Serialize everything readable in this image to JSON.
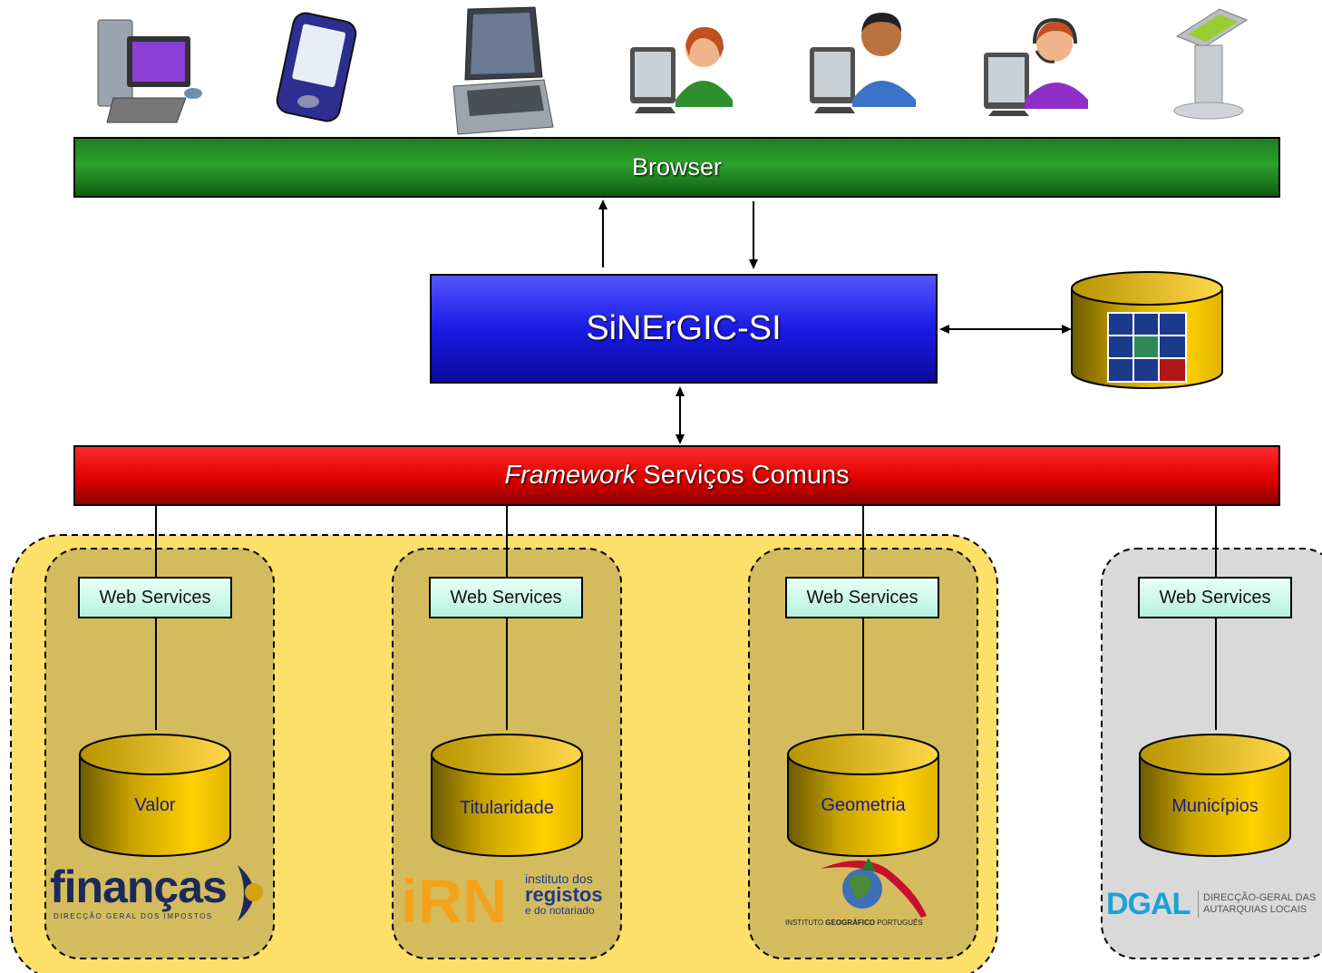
{
  "browser": {
    "label": "Browser"
  },
  "sinergic": {
    "label": "SiNErGIC-SI"
  },
  "framework": {
    "italic": "Framework",
    "label": "Serviços Comuns"
  },
  "services": [
    {
      "ws_label": "Web Services",
      "db_label": "Valor"
    },
    {
      "ws_label": "Web Services",
      "db_label": "Titularidade"
    },
    {
      "ws_label": "Web Services",
      "db_label": "Geometria"
    },
    {
      "ws_label": "Web Services",
      "db_label": "Municípios"
    }
  ],
  "logos": {
    "financas": {
      "name": "finanças",
      "sub": "DIRECÇÃO GERAL DOS IMPOSTOS"
    },
    "irn": {
      "line1": "instituto dos",
      "line2": "registos",
      "line3": "e do notariado"
    },
    "igp": {
      "text_a": "INSTITUTO ",
      "text_b": "GEOGRÁFICO",
      "text_c": " PORTUGUÊS"
    },
    "dgal": {
      "name": "DGAL",
      "line1": "DIRECÇÃO-GERAL DAS",
      "line2": "AUTARQUIAS LOCAIS"
    }
  },
  "icons": [
    "desktop-computer-icon",
    "pda-icon",
    "laptop-icon",
    "user-female-icon",
    "user-male-icon",
    "call-center-icon",
    "kiosk-icon"
  ],
  "colors": {
    "browser": "#2a9a2a",
    "sinergic": "#1a1ae6",
    "framework": "#e00000",
    "yellow_zone": "#fde06a",
    "container": "#d4bc5e",
    "gray_zone": "#d9d9d9",
    "database": "#e6b800"
  }
}
